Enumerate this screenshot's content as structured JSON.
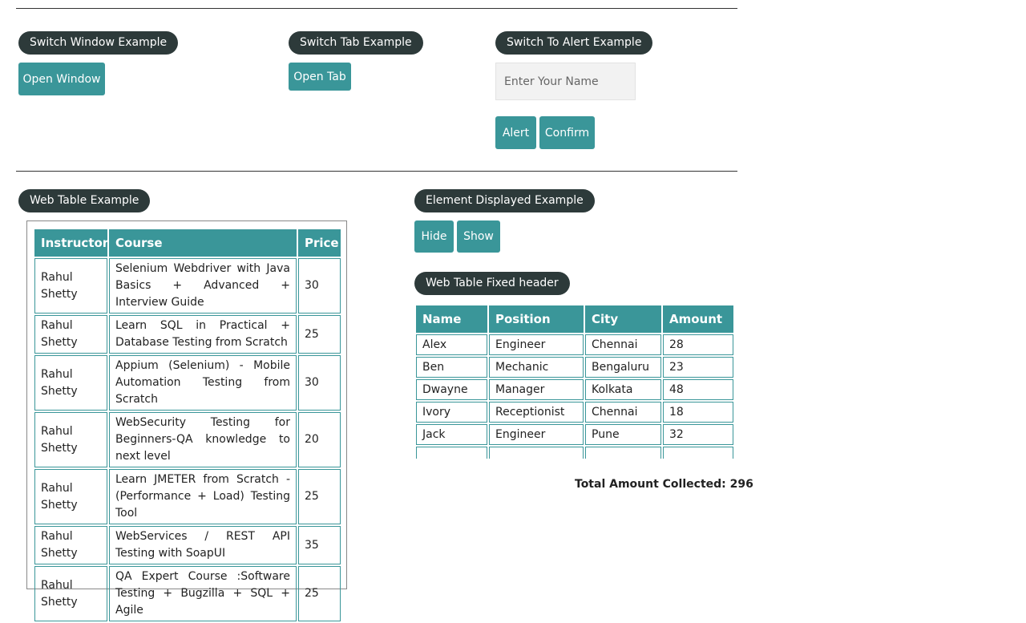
{
  "switch_window": {
    "legend": "Switch Window Example",
    "button": "Open Window"
  },
  "switch_tab": {
    "legend": "Switch Tab Example",
    "button": "Open Tab"
  },
  "switch_alert": {
    "legend": "Switch To Alert Example",
    "name_placeholder": "Enter Your Name",
    "alert_button": "Alert",
    "confirm_button": "Confirm"
  },
  "web_table": {
    "legend": "Web Table Example",
    "headers": [
      "Instructor",
      "Course",
      "Price"
    ],
    "rows": [
      [
        "Rahul Shetty",
        "Selenium Webdriver with Java Basics + Advanced + Interview Guide",
        "30"
      ],
      [
        "Rahul Shetty",
        "Learn SQL in Practical + Database Testing from Scratch",
        "25"
      ],
      [
        "Rahul Shetty",
        "Appium (Selenium) - Mobile Automation Testing from Scratch",
        "30"
      ],
      [
        "Rahul Shetty",
        "WebSecurity Testing for Beginners-QA knowledge to next level",
        "20"
      ],
      [
        "Rahul Shetty",
        "Learn JMETER from Scratch - (Performance + Load) Testing Tool",
        "25"
      ],
      [
        "Rahul Shetty",
        "WebServices / REST API Testing with SoapUI",
        "35"
      ],
      [
        "Rahul Shetty",
        "QA Expert Course :Software Testing + Bugzilla + SQL + Agile",
        "25"
      ]
    ]
  },
  "element_displayed": {
    "legend": "Element Displayed Example",
    "hide_button": "Hide",
    "show_button": "Show"
  },
  "fixed_header": {
    "legend": "Web Table Fixed header",
    "headers": [
      "Name",
      "Position",
      "City",
      "Amount"
    ],
    "rows": [
      [
        "Alex",
        "Engineer",
        "Chennai",
        "28"
      ],
      [
        "Ben",
        "Mechanic",
        "Bengaluru",
        "23"
      ],
      [
        "Dwayne",
        "Manager",
        "Kolkata",
        "48"
      ],
      [
        "Ivory",
        "Receptionist",
        "Chennai",
        "18"
      ],
      [
        "Jack",
        "Engineer",
        "Pune",
        "32"
      ],
      [
        "",
        "",
        "",
        ""
      ]
    ],
    "total_text": "Total Amount Collected: 296"
  },
  "colors": {
    "accent": "#3a9699",
    "legend_bg": "#2d3a3a"
  }
}
